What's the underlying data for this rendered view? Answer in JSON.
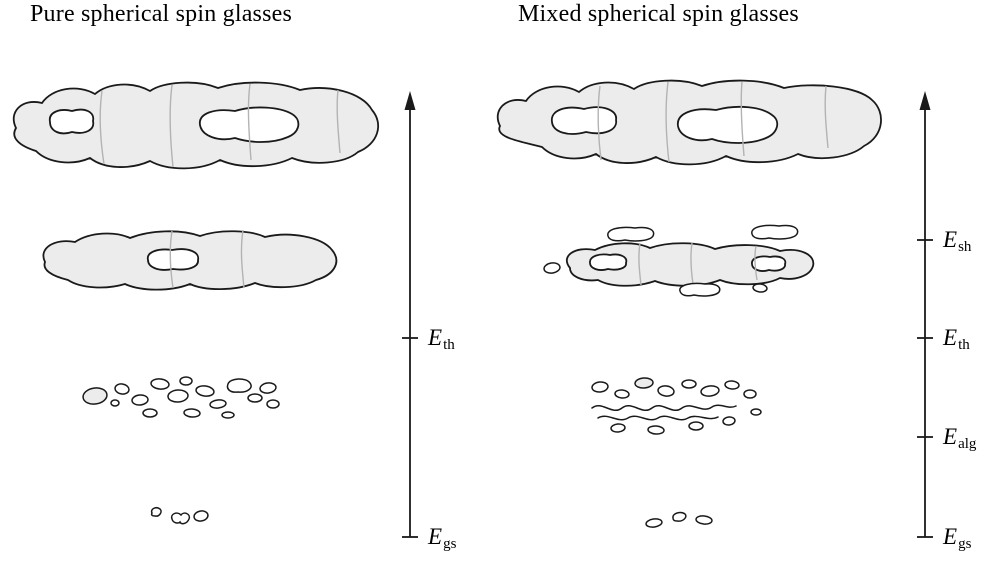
{
  "titles": {
    "left": "Pure spherical spin glasses",
    "right": "Mixed spherical spin glasses"
  },
  "axes": {
    "left": {
      "labels": [
        {
          "main": "E",
          "sub": "th"
        },
        {
          "main": "E",
          "sub": "gs"
        }
      ]
    },
    "right": {
      "labels": [
        {
          "main": "E",
          "sub": "sh"
        },
        {
          "main": "E",
          "sub": "th"
        },
        {
          "main": "E",
          "sub": "alg"
        },
        {
          "main": "E",
          "sub": "gs"
        }
      ]
    }
  },
  "colors": {
    "blob_fill": "#ececec",
    "outline": "#1a1a1a",
    "divider": "#b3b3b3",
    "background": "#ffffff"
  }
}
